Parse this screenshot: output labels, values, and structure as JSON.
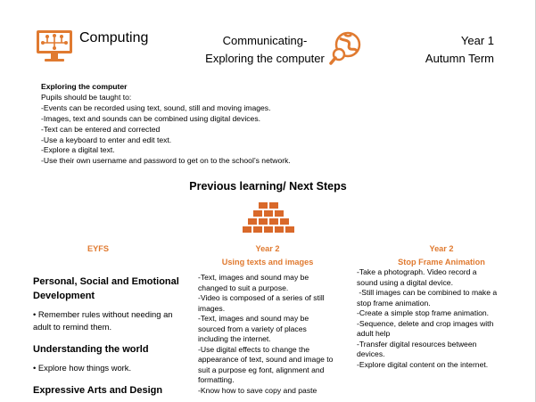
{
  "header": {
    "app_title": "Computing",
    "center_line1": "Communicating-",
    "center_line2": "Exploring the computer",
    "year": "Year 1",
    "term": "Autumn Term"
  },
  "intro": {
    "heading": "Exploring the computer",
    "lead": "Pupils should be taught to:",
    "points": [
      "-Events can be recorded using text, sound, still and moving images.",
      "-Images, text and sounds can be combined using digital devices.",
      "-Text can be entered and corrected",
      "-Use a keyboard to enter and edit text.",
      "-Explore a digital text.",
      "-Use their own username and password to get on to the school’s network."
    ]
  },
  "section_title": "Previous learning/ Next Steps",
  "columns": {
    "eyfs": {
      "heading": "EYFS",
      "blocks": [
        {
          "title_l1": "Personal, Social and Emotional",
          "title_l2": "Development",
          "item_l1": "• Remember rules without needing an",
          "item_l2": "adult to remind them."
        },
        {
          "title_l1": "Understanding the world",
          "item_l1": "• Explore how things work."
        },
        {
          "title_l1": "Expressive Arts and Design"
        }
      ]
    },
    "year2_texts": {
      "heading_l1": "Year 2",
      "heading_l2": "Using texts and images",
      "lines": [
        "-Text, images and sound may be",
        "changed to suit a purpose.",
        "-Video is composed of a series of still",
        "images.",
        "-Text, images and sound may be",
        "sourced from a variety of places",
        "including the internet.",
        "-Use digital effects to change the",
        "appearance of text, sound and image to",
        "suit a purpose eg font, alignment and",
        "formatting.",
        "-Know how to save copy and paste"
      ]
    },
    "year2_stop": {
      "heading_l1": "Year 2",
      "heading_l2": "Stop Frame Animation",
      "lines": [
        "-Take a photograph. Video record a",
        "sound using a digital device.",
        " -Still images can be combined to make a",
        "stop frame animation.",
        "-Create a simple stop frame animation.",
        "-Sequence, delete and crop images with",
        "adult help",
        "-Transfer digital resources between",
        "devices.",
        "-Explore digital content on the internet."
      ]
    }
  },
  "colors": {
    "accent": "#e07a30",
    "brick": "#d9692a"
  },
  "icons": {
    "logo": "computer-network-icon",
    "globe": "globe-magnifier-icon",
    "bricks": "brick-pyramid-icon"
  }
}
